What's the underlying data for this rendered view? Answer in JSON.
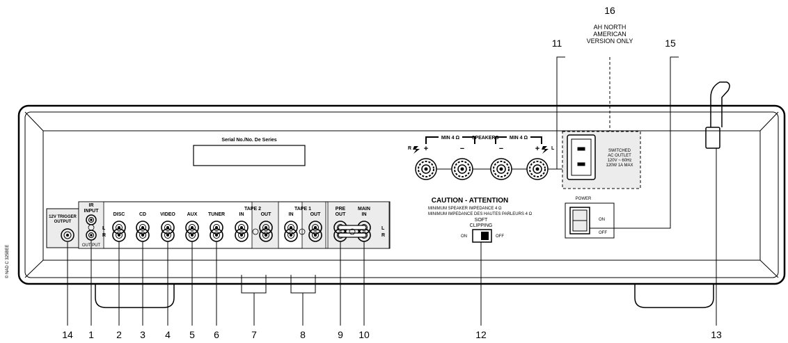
{
  "serial_label": "Serial No./No. De Series",
  "copyright": "© NAD C 325BEE",
  "trigger": {
    "line1": "12V TRIGGER",
    "line2": "OUTPUT"
  },
  "ir": {
    "top": "IR",
    "mid": "INPUT",
    "bottom": "OUT PUT"
  },
  "jack_labels": [
    "DISC",
    "CD",
    "VIDEO",
    "AUX",
    "TUNER"
  ],
  "tape2_label": "TAPE 2",
  "tape1_label": "TAPE 1",
  "in_label": "IN",
  "out_label": "OUT",
  "pre_out": {
    "line1": "PRE",
    "line2": "OUT"
  },
  "main_in": {
    "line1": "MAIN",
    "line2": "IN"
  },
  "channel_l": "L",
  "channel_r": "R",
  "speakers": {
    "title": "SPEAKERS",
    "min": "MIN 4 Ω",
    "plus": "+",
    "minus": "−"
  },
  "caution": {
    "title": "CAUTION  -  ATTENTION",
    "line1": "MINIMUM  SPEAKER IMPEDANCE 4 Ω",
    "line2": "MINIMUM  IMPEDANCE DES HAUTES PARLEURS 4 Ω"
  },
  "soft_clipping": {
    "line1": "SOFT",
    "line2": "CLIPPING",
    "on": "ON",
    "off": "OFF"
  },
  "ac_outlet": {
    "line1": "SWITCHED",
    "line2": "AC OUTLET",
    "line3": "120V ~ 60Hz",
    "line4": "120W 1A MAX"
  },
  "power": {
    "title": "POWER",
    "on": "ON",
    "off": "OFF"
  },
  "note_16": {
    "line1": "AH NORTH",
    "line2": "AMERICAN",
    "line3": "VERSION ONLY"
  },
  "callouts": [
    "14",
    "1",
    "2",
    "3",
    "4",
    "5",
    "6",
    "7",
    "8",
    "9",
    "10",
    "11",
    "12",
    "13",
    "15",
    "16"
  ]
}
